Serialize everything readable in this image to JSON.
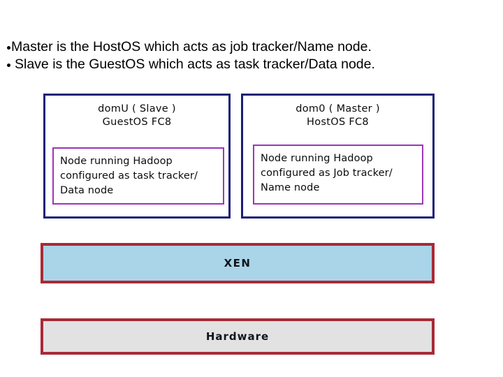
{
  "slide": {
    "bullets": [
      {
        "marker": "•",
        "text": "Master is the HostOS which acts as job tracker/Name node."
      },
      {
        "marker": "•",
        "text": "Slave is the GuestOS which acts as task tracker/Data node."
      }
    ],
    "diagram": {
      "vms": [
        {
          "id": "slave",
          "title_line1": "domU  ( Slave )",
          "title_line2": "GuestOS FC8",
          "node_text": "Node running Hadoop\nconfigured as task tracker/\nData node",
          "outer_border_color": "#1d1d77",
          "inner_border_color": "#9b36b8"
        },
        {
          "id": "master",
          "title_line1": "dom0 ( Master )",
          "title_line2": "HostOS FC8",
          "node_text": "Node running Hadoop\nconfigured as Job tracker/\nName node",
          "outer_border_color": "#1d1d77",
          "inner_border_color": "#9b36b8"
        }
      ],
      "layers": [
        {
          "id": "xen",
          "label": "XEN",
          "fill": "#aad4e8",
          "border": "#a82a36"
        },
        {
          "id": "hardware",
          "label": "Hardware",
          "fill": "#e2e2e2",
          "border": "#a82a36"
        }
      ]
    }
  }
}
